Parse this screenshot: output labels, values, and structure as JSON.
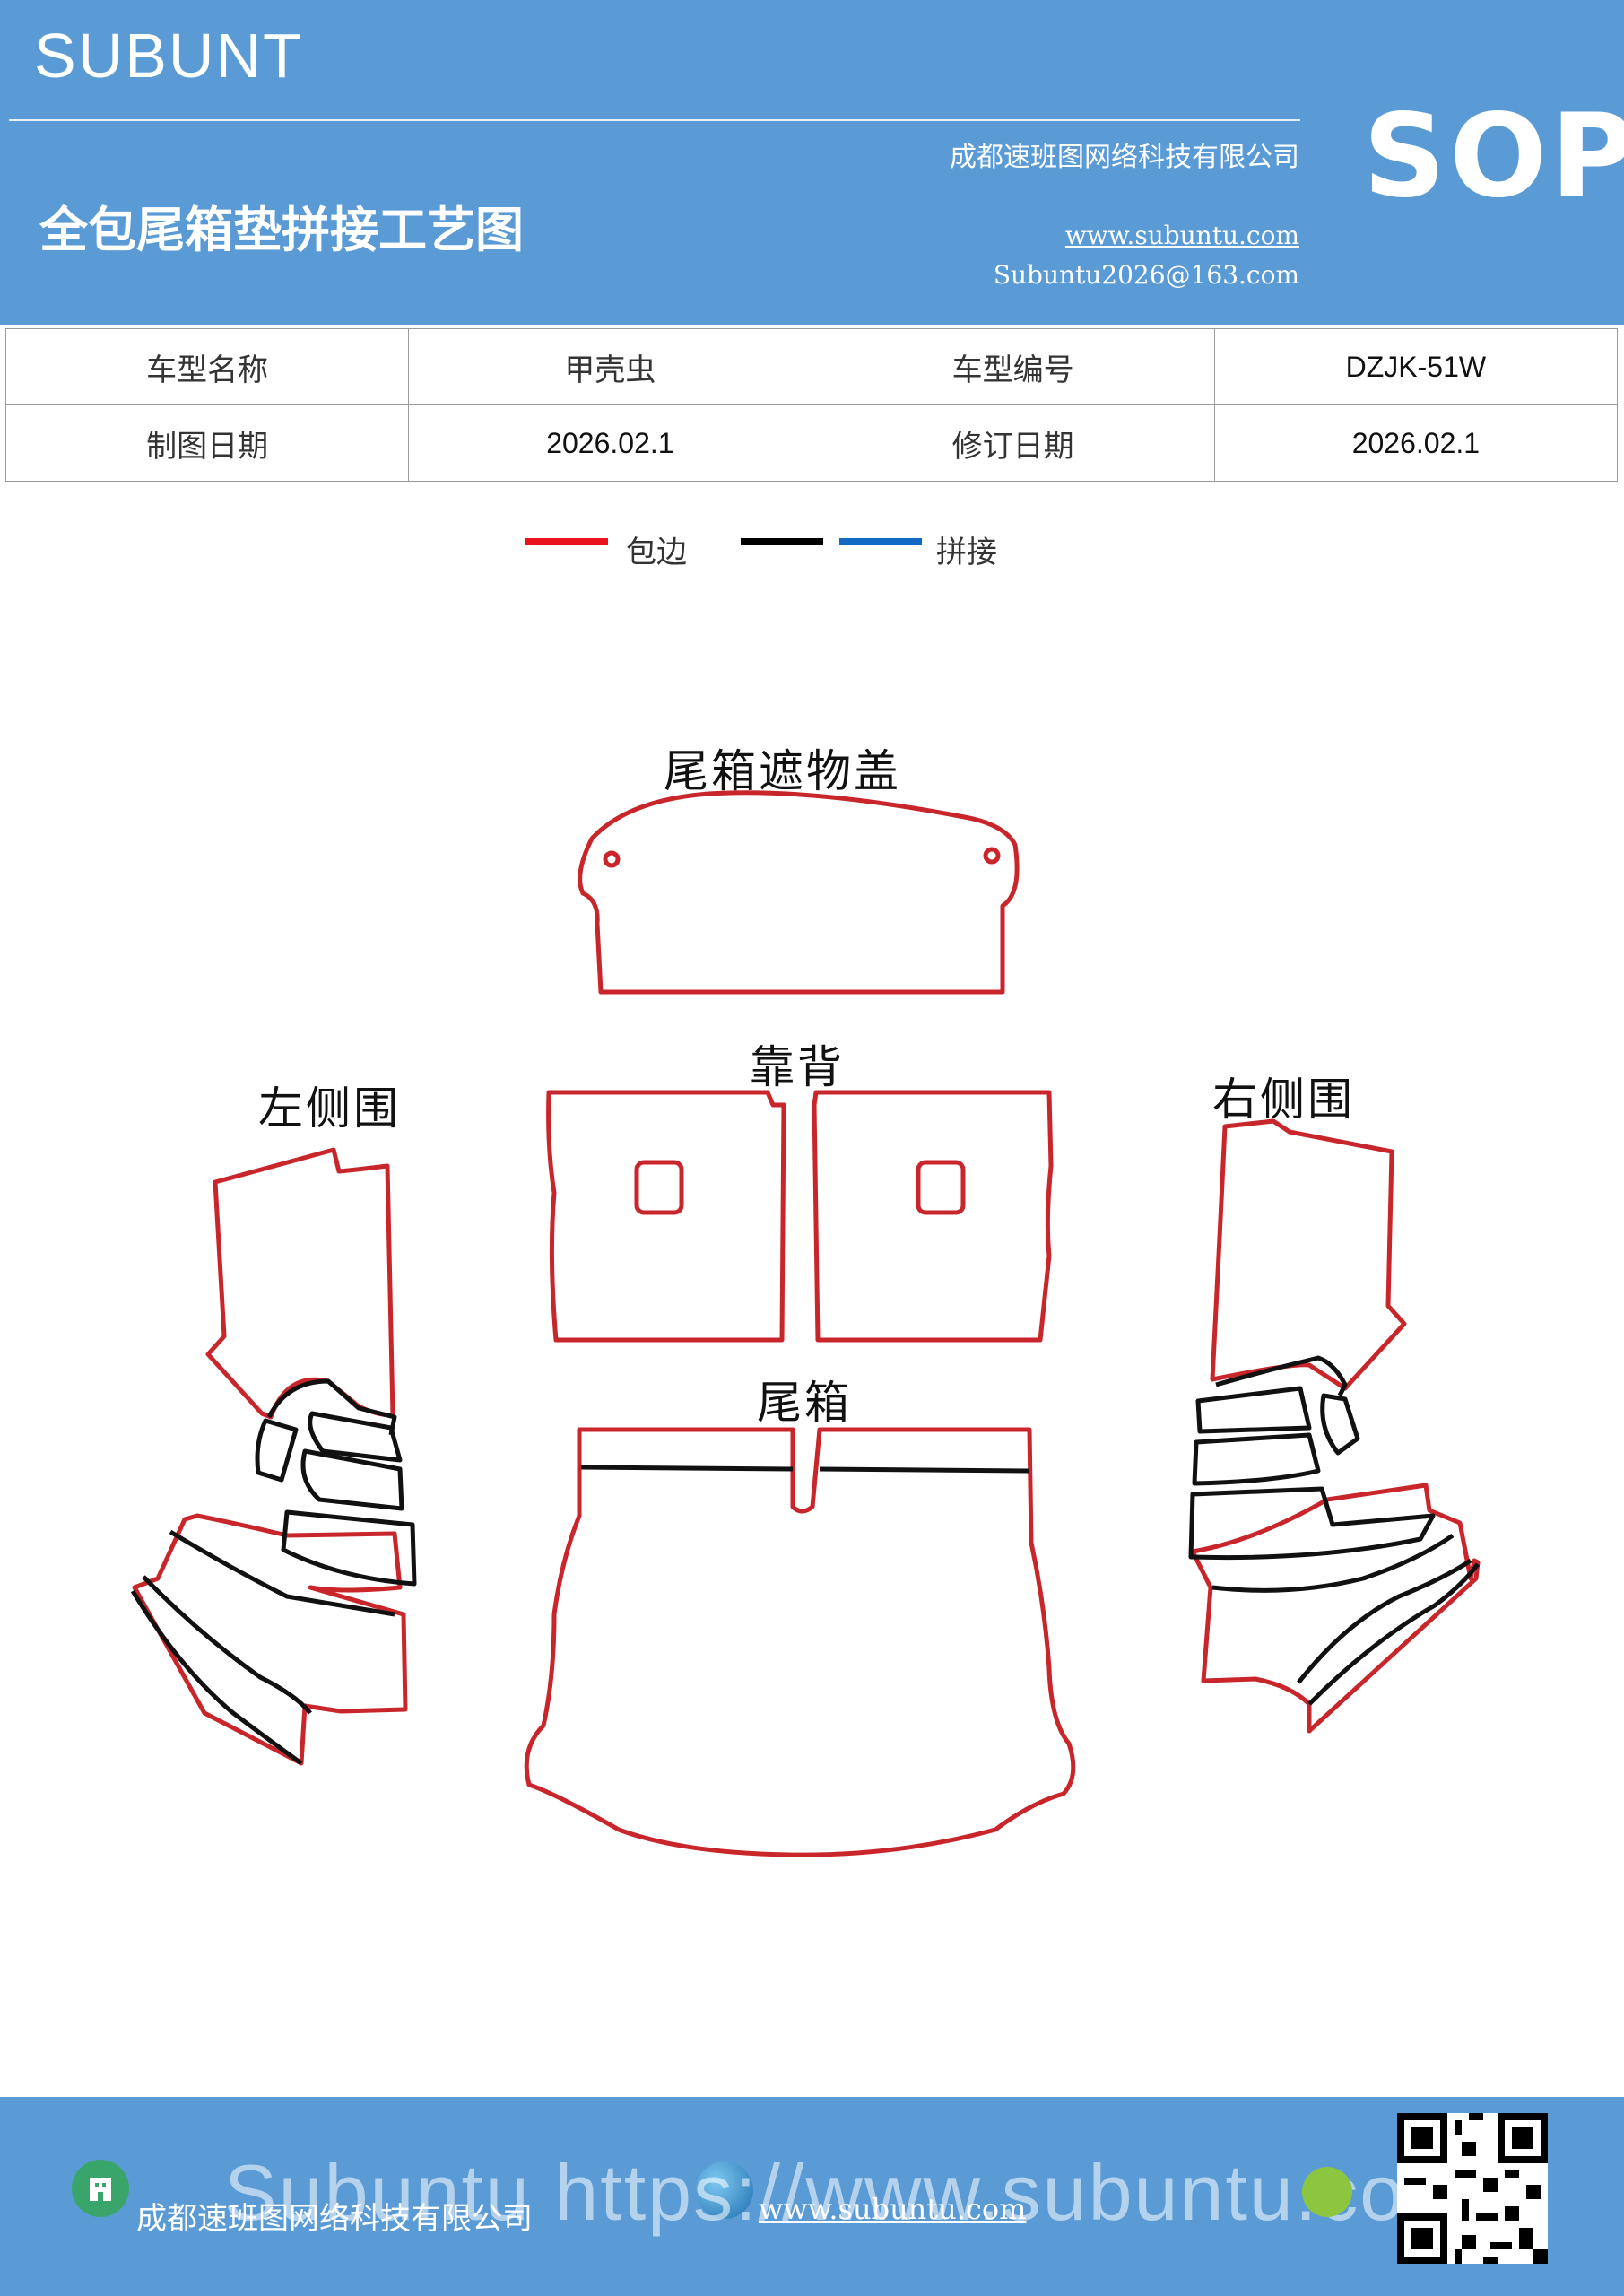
{
  "header": {
    "brand": "SUBUNT",
    "title": "全包尾箱垫拼接工艺图",
    "company": "成都速班图网络科技有限公司",
    "website": "www.subuntu.com",
    "email": "Subuntu2026@163.com",
    "badge": "SOP"
  },
  "info_table": {
    "row1": {
      "model_name_label": "车型名称",
      "model_name_value": "甲壳虫",
      "model_code_label": "车型编号",
      "model_code_value": "DZJK-51W"
    },
    "row2": {
      "draw_date_label": "制图日期",
      "draw_date_value": "2026.02.1",
      "revise_date_label": "修订日期",
      "revise_date_value": "2026.02.1"
    }
  },
  "legend": {
    "items": [
      {
        "label": "包边",
        "color": "#e8131c"
      },
      {
        "label": "",
        "color": "#000000"
      },
      {
        "label": "拼接",
        "color": "#1169c4"
      }
    ]
  },
  "diagram": {
    "labels": {
      "cargo_cover": "尾箱遮物盖",
      "backrest": "靠背",
      "left_side": "左侧围",
      "right_side": "右侧围",
      "trunk": "尾箱"
    },
    "colors": {
      "edge": "#c8262b",
      "seam": "#111111"
    }
  },
  "footer": {
    "company": "成都速班图网络科技有限公司",
    "website": "www.subuntu.com",
    "watermark": "Subuntu https://www.subuntu.com"
  }
}
